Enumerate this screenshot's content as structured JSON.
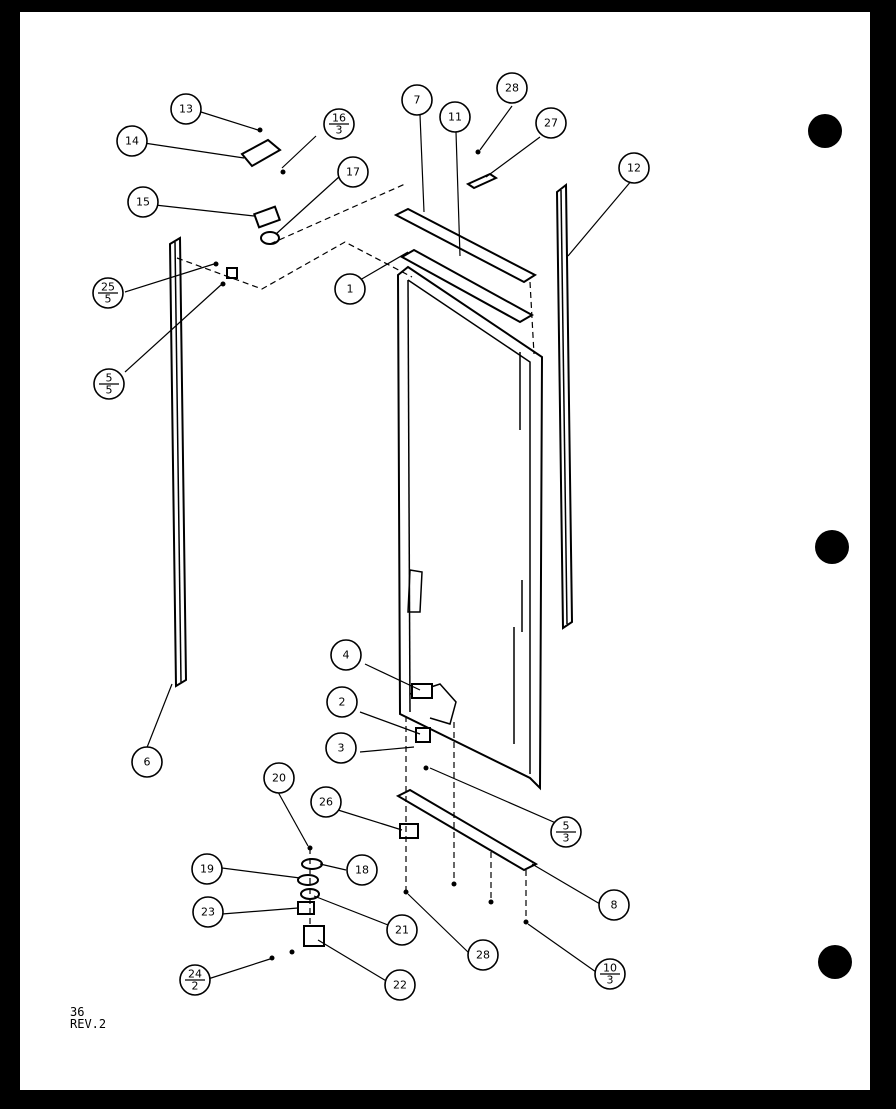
{
  "diagram": {
    "callouts": [
      {
        "id": "c13",
        "label": "13"
      },
      {
        "id": "c14",
        "label": "14"
      },
      {
        "id": "c16",
        "label": "16",
        "sub": "3"
      },
      {
        "id": "c17",
        "label": "17"
      },
      {
        "id": "c15",
        "label": "15"
      },
      {
        "id": "c25a",
        "label": "25",
        "sub": "5"
      },
      {
        "id": "c25b",
        "label": "5",
        "sub": "5"
      },
      {
        "id": "c7",
        "label": "7"
      },
      {
        "id": "c11",
        "label": "11"
      },
      {
        "id": "c28top",
        "label": "28"
      },
      {
        "id": "c27",
        "label": "27"
      },
      {
        "id": "c12",
        "label": "12"
      },
      {
        "id": "c1",
        "label": "1"
      },
      {
        "id": "c4",
        "label": "4"
      },
      {
        "id": "c2",
        "label": "2"
      },
      {
        "id": "c3",
        "label": "3"
      },
      {
        "id": "c6",
        "label": "6"
      },
      {
        "id": "c5",
        "label": "5",
        "sub": "3"
      },
      {
        "id": "c20",
        "label": "20"
      },
      {
        "id": "c26",
        "label": "26"
      },
      {
        "id": "c19",
        "label": "19"
      },
      {
        "id": "c18",
        "label": "18"
      },
      {
        "id": "c23",
        "label": "23"
      },
      {
        "id": "c21",
        "label": "21"
      },
      {
        "id": "c8",
        "label": "8"
      },
      {
        "id": "c28bot",
        "label": "28"
      },
      {
        "id": "c10",
        "label": "10",
        "sub": "3"
      },
      {
        "id": "c24",
        "label": "24",
        "sub": "2"
      },
      {
        "id": "c22",
        "label": "22"
      }
    ]
  },
  "footer": {
    "page": "36",
    "revision": "REV.2"
  }
}
